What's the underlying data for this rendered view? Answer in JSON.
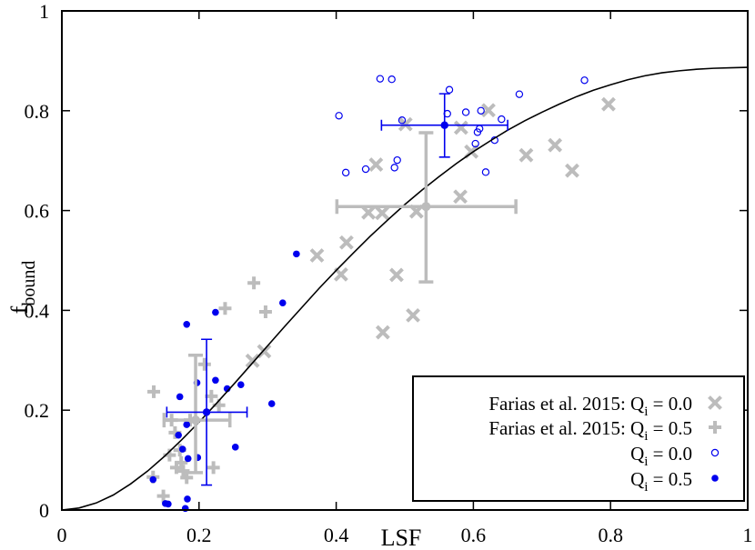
{
  "chart_data": {
    "type": "scatter",
    "title": "",
    "xlabel": "LSF",
    "ylabel_main": "f",
    "ylabel_sub": "bound",
    "xlim": [
      0,
      1
    ],
    "ylim": [
      0,
      1
    ],
    "x_ticks": [
      0,
      0.2,
      0.4,
      0.6,
      0.8,
      1
    ],
    "y_ticks": [
      0,
      0.2,
      0.4,
      0.6,
      0.8,
      1
    ],
    "x_tick_labels": [
      "0",
      "0.2",
      "0.4",
      "0.6",
      "0.8",
      "1"
    ],
    "y_tick_labels": [
      "0",
      "0.2",
      "0.4",
      "0.6",
      "0.8",
      "1"
    ],
    "grid": false,
    "legend_position": "bottom-right",
    "colors": {
      "grey": "#bcbcbc",
      "blue": "#0000ee",
      "curve": "#000000"
    },
    "series": [
      {
        "name_prefix": "Farias et al. 2015: Q",
        "name_sub": "i",
        "name_suffix": " = 0.0",
        "marker": "x",
        "color": "#bcbcbc",
        "points": [
          [
            0.372,
            0.51
          ],
          [
            0.407,
            0.472
          ],
          [
            0.415,
            0.536
          ],
          [
            0.447,
            0.596
          ],
          [
            0.458,
            0.692
          ],
          [
            0.467,
            0.595
          ],
          [
            0.468,
            0.356
          ],
          [
            0.488,
            0.471
          ],
          [
            0.501,
            0.773
          ],
          [
            0.512,
            0.39
          ],
          [
            0.517,
            0.598
          ],
          [
            0.582,
            0.766
          ],
          [
            0.581,
            0.628
          ],
          [
            0.597,
            0.718
          ],
          [
            0.622,
            0.801
          ],
          [
            0.677,
            0.711
          ],
          [
            0.719,
            0.731
          ],
          [
            0.744,
            0.68
          ],
          [
            0.797,
            0.813
          ],
          [
            0.278,
            0.299
          ],
          [
            0.295,
            0.318
          ]
        ],
        "mean": {
          "x": 0.531,
          "y": 0.608,
          "xerr": [
            0.13,
            0.131
          ],
          "yerr": [
            0.151,
            0.148
          ]
        }
      },
      {
        "name_prefix": "Farias et al. 2015: Q",
        "name_sub": "i",
        "name_suffix": " = 0.5",
        "marker": "+",
        "color": "#bcbcbc",
        "points": [
          [
            0.133,
            0.066
          ],
          [
            0.134,
            0.237
          ],
          [
            0.148,
            0.028
          ],
          [
            0.157,
            0.11
          ],
          [
            0.16,
            0.18
          ],
          [
            0.165,
            0.155
          ],
          [
            0.167,
            0.085
          ],
          [
            0.172,
            0.12
          ],
          [
            0.174,
            0.095
          ],
          [
            0.177,
            0.078
          ],
          [
            0.182,
            0.065
          ],
          [
            0.187,
            0.18
          ],
          [
            0.208,
            0.292
          ],
          [
            0.218,
            0.228
          ],
          [
            0.221,
            0.085
          ],
          [
            0.229,
            0.21
          ],
          [
            0.238,
            0.404
          ],
          [
            0.28,
            0.455
          ],
          [
            0.297,
            0.397
          ]
        ],
        "mean": {
          "x": 0.195,
          "y": 0.18,
          "xerr": [
            0.046,
            0.05
          ],
          "yerr": [
            0.105,
            0.13
          ]
        }
      },
      {
        "name_prefix": "Q",
        "name_sub": "i",
        "name_suffix": " = 0.0",
        "marker": "open-circle",
        "color": "#0000ee",
        "points": [
          [
            0.404,
            0.79
          ],
          [
            0.414,
            0.676
          ],
          [
            0.443,
            0.683
          ],
          [
            0.464,
            0.864
          ],
          [
            0.481,
            0.863
          ],
          [
            0.485,
            0.686
          ],
          [
            0.489,
            0.701
          ],
          [
            0.496,
            0.781
          ],
          [
            0.562,
            0.794
          ],
          [
            0.565,
            0.842
          ],
          [
            0.589,
            0.797
          ],
          [
            0.603,
            0.734
          ],
          [
            0.606,
            0.757
          ],
          [
            0.609,
            0.764
          ],
          [
            0.611,
            0.8
          ],
          [
            0.618,
            0.677
          ],
          [
            0.631,
            0.741
          ],
          [
            0.641,
            0.783
          ],
          [
            0.667,
            0.833
          ],
          [
            0.762,
            0.861
          ]
        ],
        "mean": {
          "x": 0.558,
          "y": 0.771,
          "xerr": [
            0.092,
            0.092
          ],
          "yerr": [
            0.064,
            0.063
          ]
        }
      },
      {
        "name_prefix": "Q",
        "name_sub": "i",
        "name_suffix": " = 0.5",
        "marker": "filled-circle",
        "color": "#0000ee",
        "points": [
          [
            0.133,
            0.061
          ],
          [
            0.151,
            0.013
          ],
          [
            0.155,
            0.012
          ],
          [
            0.17,
            0.15
          ],
          [
            0.172,
            0.227
          ],
          [
            0.176,
            0.122
          ],
          [
            0.18,
            0.003
          ],
          [
            0.182,
            0.171
          ],
          [
            0.182,
            0.372
          ],
          [
            0.183,
            0.022
          ],
          [
            0.184,
            0.103
          ],
          [
            0.197,
            0.255
          ],
          [
            0.198,
            0.105
          ],
          [
            0.224,
            0.396
          ],
          [
            0.224,
            0.26
          ],
          [
            0.241,
            0.243
          ],
          [
            0.253,
            0.126
          ],
          [
            0.261,
            0.251
          ],
          [
            0.306,
            0.213
          ],
          [
            0.322,
            0.415
          ],
          [
            0.342,
            0.513
          ]
        ],
        "mean": {
          "x": 0.211,
          "y": 0.196,
          "xerr": [
            0.058,
            0.059
          ],
          "yerr": [
            0.146,
            0.146
          ]
        }
      }
    ],
    "fit_curve": {
      "x": [
        0.0,
        0.025,
        0.05,
        0.075,
        0.1,
        0.125,
        0.15,
        0.175,
        0.2,
        0.225,
        0.25,
        0.275,
        0.3,
        0.325,
        0.35,
        0.375,
        0.4,
        0.425,
        0.45,
        0.475,
        0.5,
        0.525,
        0.55,
        0.575,
        0.6,
        0.625,
        0.65,
        0.675,
        0.7,
        0.725,
        0.75,
        0.775,
        0.8,
        0.825,
        0.85,
        0.875,
        0.9,
        0.925,
        0.95,
        0.975,
        1.0
      ],
      "y": [
        0.0,
        0.004,
        0.014,
        0.03,
        0.052,
        0.078,
        0.108,
        0.141,
        0.176,
        0.213,
        0.251,
        0.29,
        0.329,
        0.368,
        0.406,
        0.444,
        0.48,
        0.515,
        0.549,
        0.581,
        0.612,
        0.641,
        0.668,
        0.694,
        0.718,
        0.74,
        0.761,
        0.78,
        0.797,
        0.813,
        0.828,
        0.841,
        0.852,
        0.862,
        0.87,
        0.876,
        0.88,
        0.883,
        0.885,
        0.886,
        0.887
      ]
    }
  }
}
